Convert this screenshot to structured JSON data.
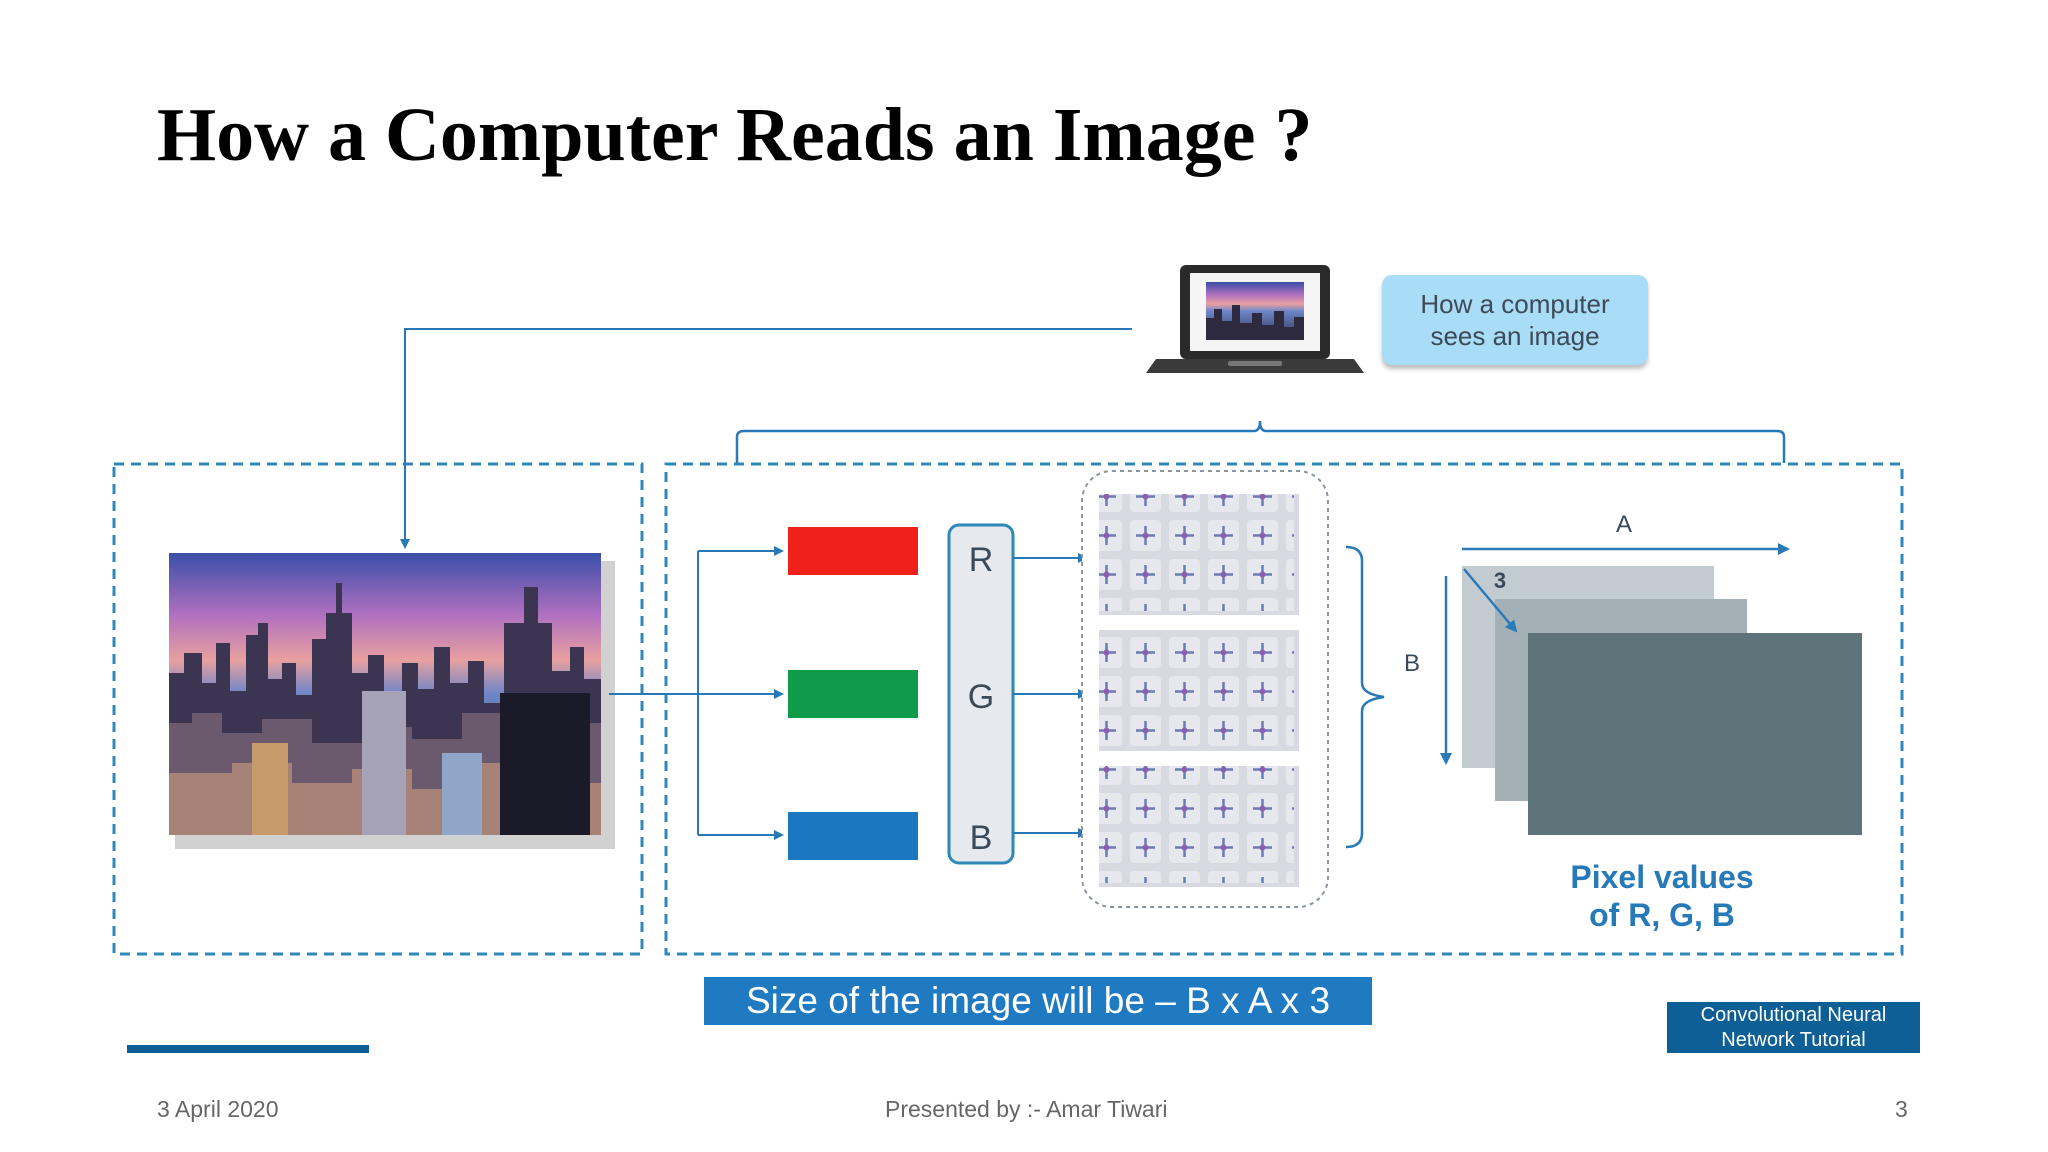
{
  "slide": {
    "title": "How a Computer Reads an Image ?",
    "footer_date": "3 April 2020",
    "footer_presenter": "Presented by :-  Amar Tiwari",
    "page_number": "3"
  },
  "diagram": {
    "callout_line1": "How a computer",
    "callout_line2": "sees an image",
    "channel_r": "R",
    "channel_g": "G",
    "channel_b": "B",
    "axis_a": "A",
    "axis_b": "B",
    "depth_label": "3",
    "pixel_note_line1": "Pixel values",
    "pixel_note_line2": "of R, G, B",
    "size_caption": "Size of the image will be – B x A x 3",
    "badge_line1": "Convolutional Neural",
    "badge_line2": "Network Tutorial",
    "colors": {
      "red": "#f0201a",
      "green": "#0f9b4a",
      "blue": "#1a77c0",
      "accent": "#2779b8",
      "dark_navy": "#0d5f96"
    }
  }
}
